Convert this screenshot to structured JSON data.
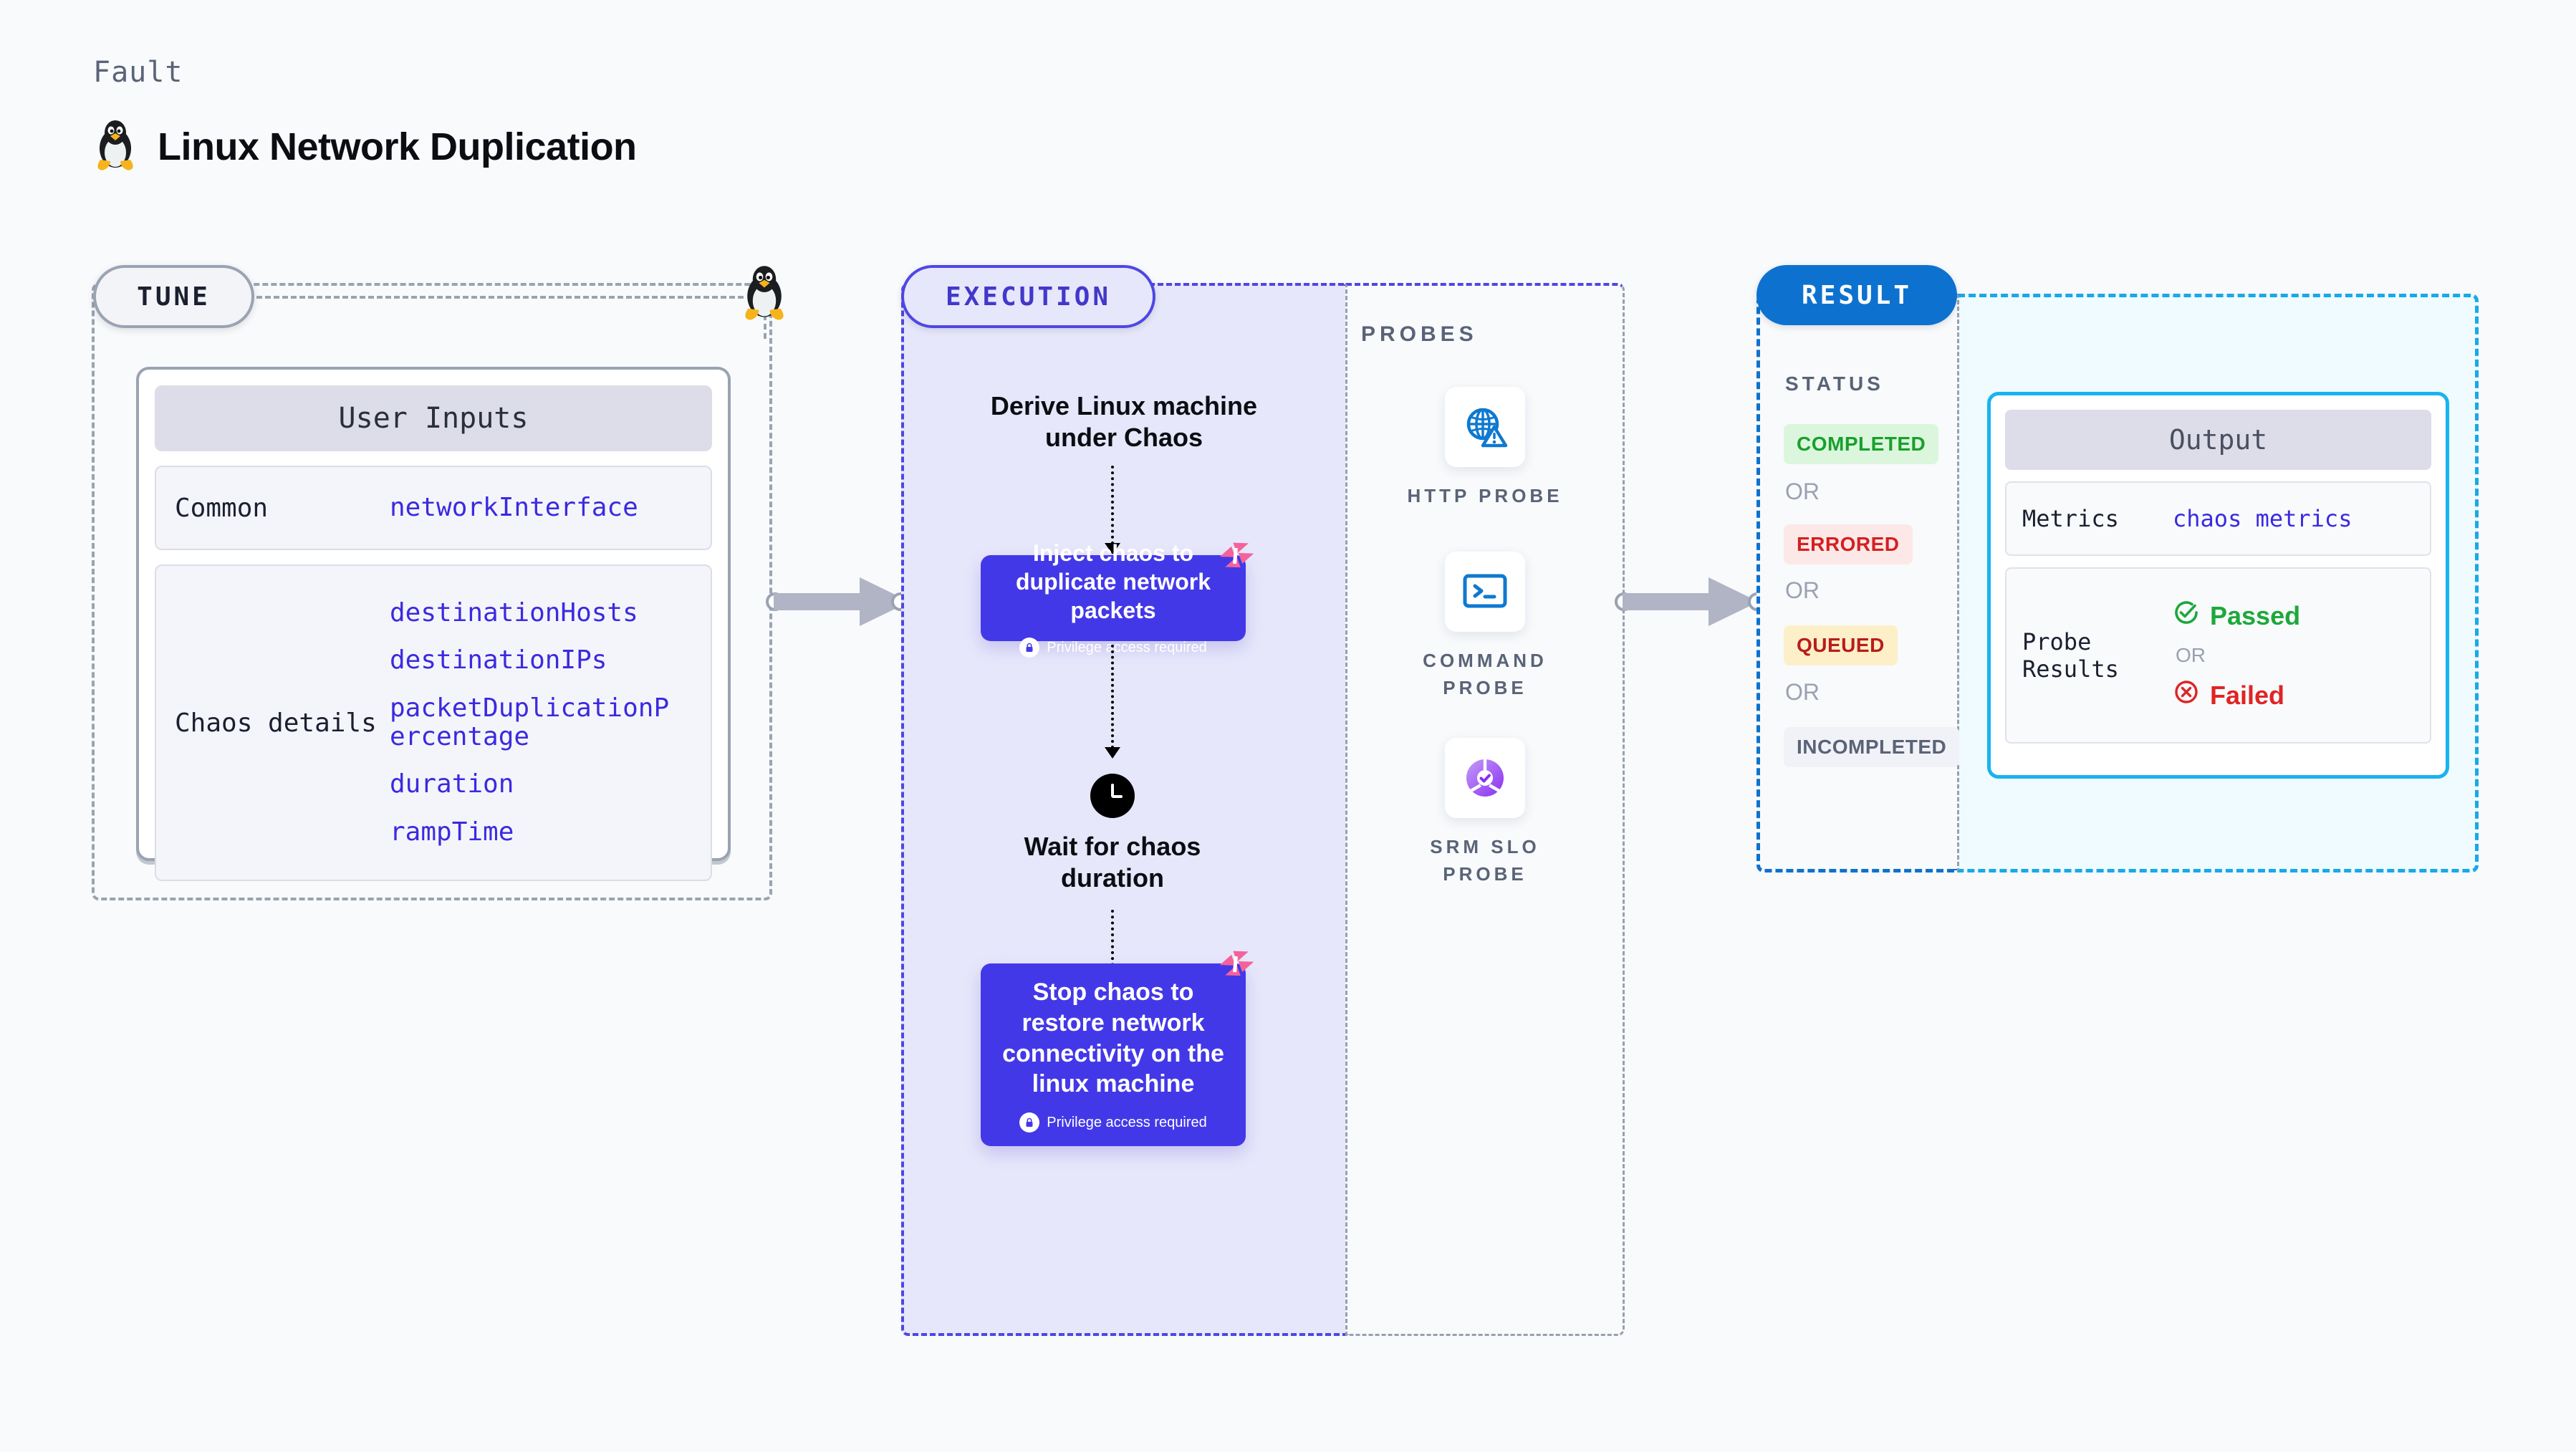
{
  "header": {
    "kicker": "Fault",
    "title": "Linux Network Duplication",
    "icon": "linux-penguin-icon"
  },
  "tune": {
    "badge": "TUNE",
    "card_title": "User Inputs",
    "rows": [
      {
        "label": "Common",
        "values": [
          "networkInterface"
        ]
      },
      {
        "label": "Chaos details",
        "values": [
          "destinationHosts",
          "destinationIPs",
          "packetDuplicationPercentage",
          "duration",
          "rampTime"
        ]
      }
    ]
  },
  "execution": {
    "badge": "EXECUTION",
    "step1_label": "Derive Linux machine under Chaos",
    "node1_text": "Inject chaos to duplicate network packets",
    "node1_priv": "Privilege access required",
    "wait_label": "Wait for chaos duration",
    "node2_text": "Stop chaos to restore network connectivity on the linux machine",
    "node2_priv": "Privilege access required"
  },
  "probes": {
    "title": "PROBES",
    "items": [
      {
        "label": "HTTP PROBE",
        "icon": "globe-warning-icon"
      },
      {
        "label": "COMMAND PROBE",
        "icon": "terminal-icon"
      },
      {
        "label": "SRM SLO PROBE",
        "icon": "slo-donut-check-icon"
      }
    ]
  },
  "result": {
    "badge": "RESULT",
    "status_title": "STATUS",
    "statuses": [
      {
        "label": "COMPLETED",
        "bg": "#dcf6dd",
        "fg": "#18a02c"
      },
      {
        "label": "ERRORED",
        "bg": "#fde8e8",
        "fg": "#d32020"
      },
      {
        "label": "QUEUED",
        "bg": "#fdf0c8",
        "fg": "#b91c1c"
      },
      {
        "label": "INCOMPLETED",
        "bg": "#f1f2f7",
        "fg": "#5a6377"
      }
    ],
    "or_label": "OR",
    "output": {
      "title": "Output",
      "metrics_label": "Metrics",
      "metrics_value": "chaos metrics",
      "probe_results_label": "Probe Results",
      "passed_label": "Passed",
      "failed_label": "Failed",
      "or_label": "OR"
    }
  },
  "colors": {
    "page_bg": "#f8fafc",
    "execution_fill": "#e7e7fb",
    "execution_accent": "#4f46e5",
    "node_purple": "#4338e8",
    "harness_pink": "#f4629b",
    "result_blue": "#0d72cf",
    "output_cyan": "#19b3f0",
    "mono_value_blue": "#3b2ae0"
  }
}
